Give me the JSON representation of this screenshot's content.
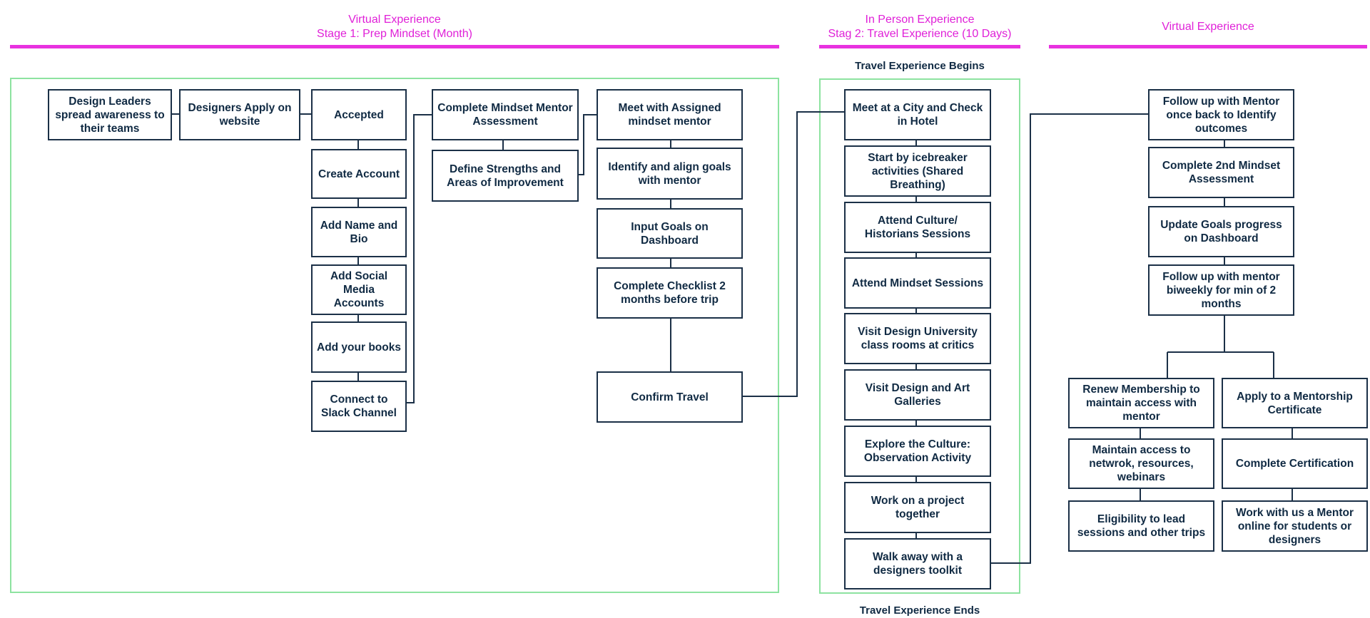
{
  "stages": [
    {
      "line1": "Virtual Experience",
      "line2": "Stage 1: Prep Mindset (Month)"
    },
    {
      "line1": "In Person Experience",
      "line2": "Stag 2: Travel Experience (10 Days)"
    },
    {
      "line1": "Virtual Experience"
    }
  ],
  "captions": {
    "begins": "Travel Experience Begins",
    "ends": "Travel Experience Ends"
  },
  "stage1": {
    "design_leaders": "Design Leaders spread awareness to their teams",
    "designers_apply": "Designers Apply on website",
    "accepted": "Accepted",
    "create_account": "Create Account",
    "add_name_bio": "Add Name and Bio",
    "add_social": "Add Social Media Accounts",
    "add_books": "Add your books",
    "connect_slack": "Connect to Slack Channel",
    "mindset_assessment": "Complete Mindset Mentor Assessment",
    "define_strengths": "Define Strengths and Areas of Improvement",
    "meet_mentor": "Meet with Assigned mindset mentor",
    "identify_goals": "Identify and align goals with mentor",
    "input_goals": "Input Goals on Dashboard",
    "checklist": "Complete Checklist 2 months before trip",
    "confirm_travel": "Confirm Travel"
  },
  "stage2": {
    "items": [
      "Meet at a City and Check in Hotel",
      "Start by icebreaker activities (Shared Breathing)",
      "Attend Culture/ Historians Sessions",
      "Attend Mindset Sessions",
      "Visit Design University class rooms at critics",
      "Visit Design and Art Galleries",
      "Explore the Culture: Observation Activity",
      "Work on a project together",
      "Walk away with a designers toolkit"
    ]
  },
  "stage3": {
    "items": [
      "Follow up with Mentor once back to Identify outcomes",
      "Complete 2nd Mindset Assessment",
      "Update Goals progress on Dashboard",
      "Follow up with mentor biweekly for min of 2 months"
    ],
    "left_branch": [
      "Renew Membership to maintain access with mentor",
      "Maintain access to netwrok, resources, webinars",
      "Eligibility to lead sessions and other trips"
    ],
    "right_branch": [
      "Apply to a Mentorship Certificate",
      "Complete Certification",
      "Work with us a Mentor online for students or designers"
    ]
  }
}
